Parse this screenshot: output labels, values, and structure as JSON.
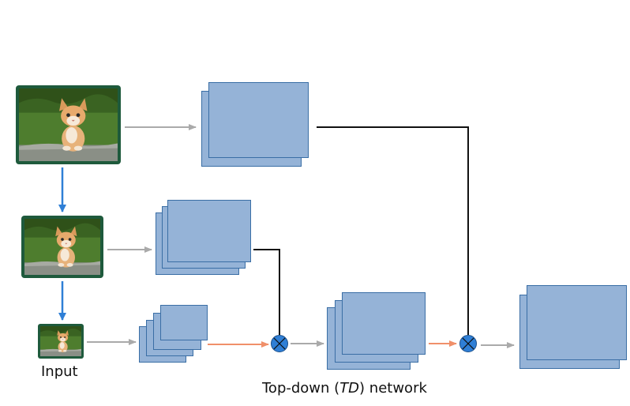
{
  "labels": {
    "input": "Input",
    "td_prefix": "Top-down (",
    "td_italic": "TD",
    "td_suffix": ") network"
  },
  "colors": {
    "feature_fill": "#95b3d7",
    "feature_stroke": "#3a6ea5",
    "photo_frame": "#1e5a3c",
    "arrow_gray": "#aaaaaa",
    "arrow_blue": "#2f7fd6",
    "arrow_orange": "#f0906a",
    "connector_black": "#111111",
    "multiply_fill": "#2f7fd6"
  },
  "icons": [
    "cat-photo-icon",
    "multiply-icon"
  ]
}
